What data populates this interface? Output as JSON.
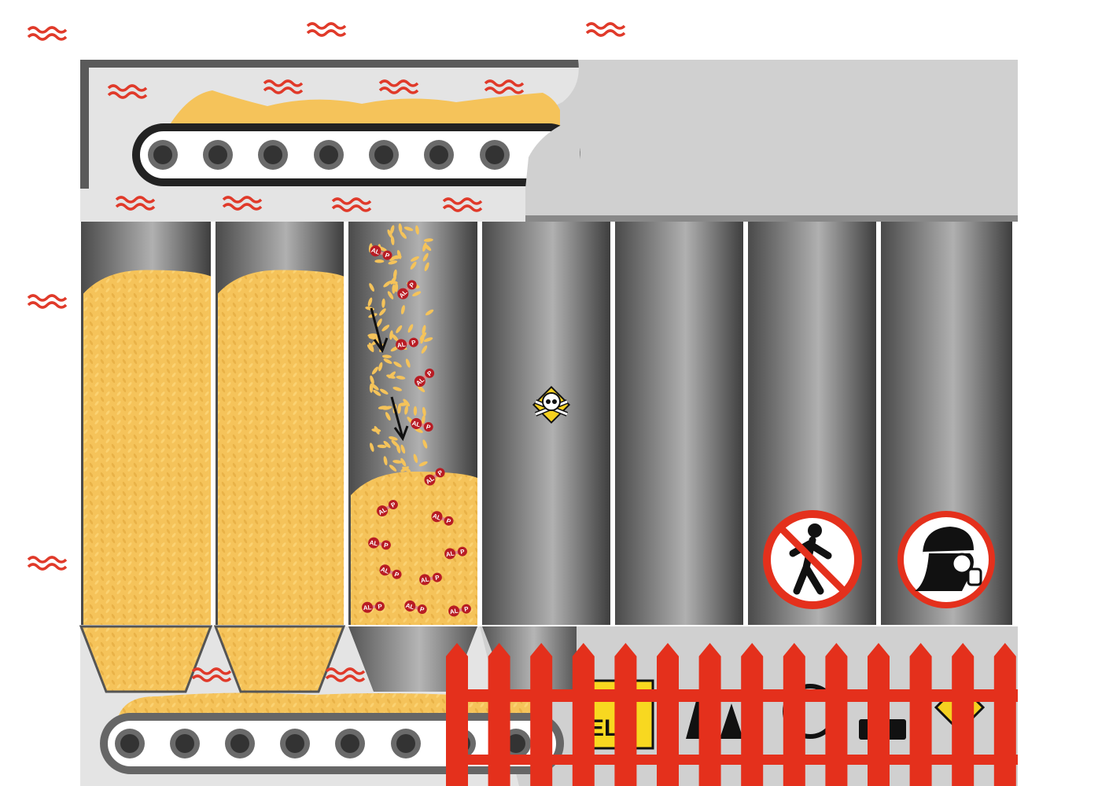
{
  "scene": {
    "description_title": "",
    "colors": {
      "grain": "#f5c35a",
      "heat": "#e03a2a",
      "fence": "#e4301c",
      "frame": "#5a5a5a",
      "panel": "#e4e4e4",
      "block": "#d0d0d0",
      "molecule": "#b81c24"
    },
    "molecule": {
      "left_label": "AL",
      "right_label": "P"
    },
    "fence_sign_text": "EL",
    "silo_count": 7,
    "silo_fill_levels": [
      0.88,
      0.88,
      0.38,
      0,
      0,
      0,
      0
    ]
  }
}
